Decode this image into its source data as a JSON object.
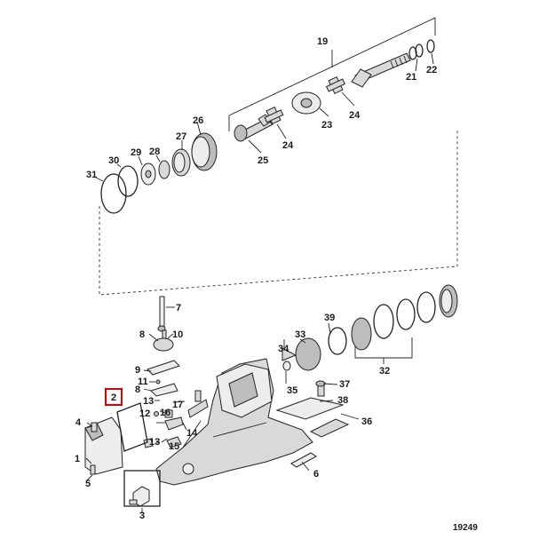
{
  "diagram": {
    "callouts": {
      "c1": "1",
      "c2": "2",
      "c3": "3",
      "c4": "4",
      "c5": "5",
      "c6": "6",
      "c7": "7",
      "c8a": "8",
      "c8b": "8",
      "c9": "9",
      "c10": "10",
      "c11": "11",
      "c12": "12",
      "c13a": "13",
      "c13b": "13",
      "c14": "14",
      "c15": "15",
      "c16": "16",
      "c17": "17",
      "c19": "19",
      "c21": "21",
      "c22": "22",
      "c23": "23",
      "c24a": "24",
      "c24b": "24",
      "c25": "25",
      "c26": "26",
      "c27": "27",
      "c28": "28",
      "c29": "29",
      "c30": "30",
      "c31": "31",
      "c32": "32",
      "c33": "33",
      "c34": "34",
      "c35": "35",
      "c36": "36",
      "c37": "37",
      "c38": "38",
      "c39": "39"
    },
    "highlighted_callout": "2",
    "highlight_color": "#d40000",
    "drawing_number": "19249"
  }
}
